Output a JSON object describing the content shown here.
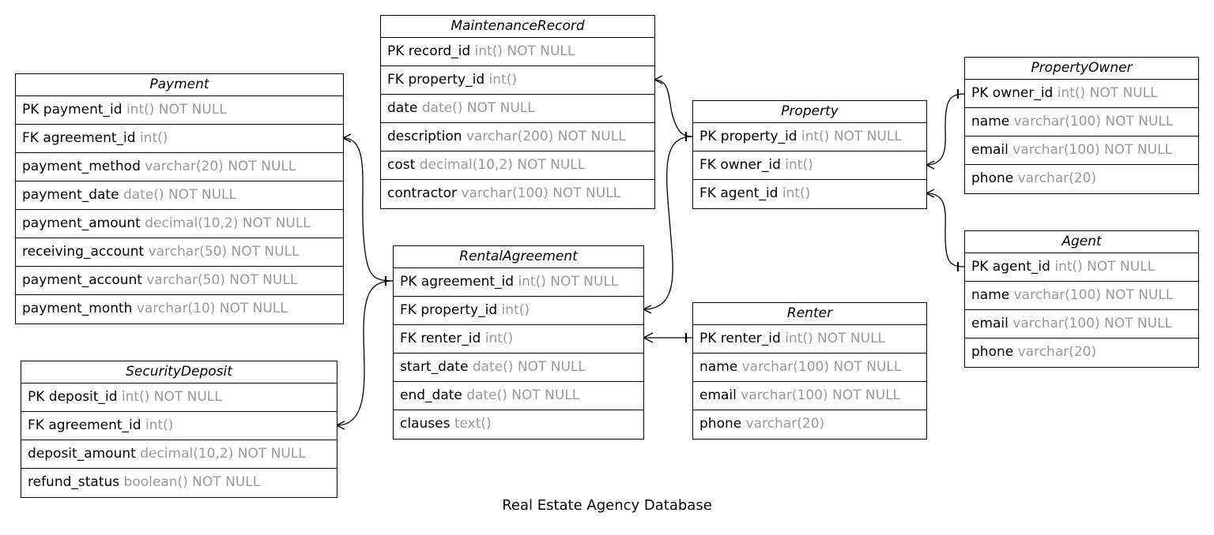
{
  "title": "Real Estate Agency Database",
  "entities": {
    "payment": {
      "name": "Payment",
      "fields": [
        {
          "name": "PK payment_id",
          "type": "int() NOT NULL"
        },
        {
          "name": "FK agreement_id",
          "type": "int()"
        },
        {
          "name": "payment_method",
          "type": "varchar(20) NOT NULL"
        },
        {
          "name": "payment_date",
          "type": "date() NOT NULL"
        },
        {
          "name": "payment_amount",
          "type": "decimal(10,2) NOT NULL"
        },
        {
          "name": "receiving_account",
          "type": "varchar(50) NOT NULL"
        },
        {
          "name": "payment_account",
          "type": "varchar(50) NOT NULL"
        },
        {
          "name": "payment_month",
          "type": "varchar(10) NOT NULL"
        }
      ]
    },
    "security_deposit": {
      "name": "SecurityDeposit",
      "fields": [
        {
          "name": "PK deposit_id",
          "type": "int() NOT NULL"
        },
        {
          "name": "FK agreement_id",
          "type": "int()"
        },
        {
          "name": "deposit_amount",
          "type": "decimal(10,2) NOT NULL"
        },
        {
          "name": "refund_status",
          "type": "boolean() NOT NULL"
        }
      ]
    },
    "maintenance_record": {
      "name": "MaintenanceRecord",
      "fields": [
        {
          "name": "PK record_id",
          "type": "int() NOT NULL"
        },
        {
          "name": "FK property_id",
          "type": "int()"
        },
        {
          "name": "date",
          "type": "date() NOT NULL"
        },
        {
          "name": "description",
          "type": "varchar(200) NOT NULL"
        },
        {
          "name": "cost",
          "type": "decimal(10,2) NOT NULL"
        },
        {
          "name": "contractor",
          "type": "varchar(100) NOT NULL"
        }
      ]
    },
    "rental_agreement": {
      "name": "RentalAgreement",
      "fields": [
        {
          "name": "PK agreement_id",
          "type": "int() NOT NULL"
        },
        {
          "name": "FK property_id",
          "type": "int()"
        },
        {
          "name": "FK renter_id",
          "type": "int()"
        },
        {
          "name": "start_date",
          "type": "date() NOT NULL"
        },
        {
          "name": "end_date",
          "type": "date() NOT NULL"
        },
        {
          "name": "clauses",
          "type": "text()"
        }
      ]
    },
    "property": {
      "name": "Property",
      "fields": [
        {
          "name": "PK property_id",
          "type": "int() NOT NULL"
        },
        {
          "name": "FK owner_id",
          "type": "int()"
        },
        {
          "name": "FK agent_id",
          "type": "int()"
        }
      ]
    },
    "renter": {
      "name": "Renter",
      "fields": [
        {
          "name": "PK renter_id",
          "type": "int() NOT NULL"
        },
        {
          "name": "name",
          "type": "varchar(100) NOT NULL"
        },
        {
          "name": "email",
          "type": "varchar(100) NOT NULL"
        },
        {
          "name": "phone",
          "type": "varchar(20)"
        }
      ]
    },
    "property_owner": {
      "name": "PropertyOwner",
      "fields": [
        {
          "name": "PK owner_id",
          "type": "int() NOT NULL"
        },
        {
          "name": "name",
          "type": "varchar(100) NOT NULL"
        },
        {
          "name": "email",
          "type": "varchar(100) NOT NULL"
        },
        {
          "name": "phone",
          "type": "varchar(20)"
        }
      ]
    },
    "agent": {
      "name": "Agent",
      "fields": [
        {
          "name": "PK agent_id",
          "type": "int() NOT NULL"
        },
        {
          "name": "name",
          "type": "varchar(100) NOT NULL"
        },
        {
          "name": "email",
          "type": "varchar(100) NOT NULL"
        },
        {
          "name": "phone",
          "type": "varchar(20)"
        }
      ]
    }
  },
  "relationships": [
    {
      "from": "payment.agreement_id",
      "to": "rental_agreement.agreement_id",
      "cardinality": "many-to-one"
    },
    {
      "from": "security_deposit.agreement_id",
      "to": "rental_agreement.agreement_id",
      "cardinality": "many-to-one"
    },
    {
      "from": "maintenance_record.property_id",
      "to": "property.property_id",
      "cardinality": "many-to-one"
    },
    {
      "from": "rental_agreement.property_id",
      "to": "property.property_id",
      "cardinality": "many-to-one"
    },
    {
      "from": "rental_agreement.renter_id",
      "to": "renter.renter_id",
      "cardinality": "many-to-one"
    },
    {
      "from": "property.owner_id",
      "to": "property_owner.owner_id",
      "cardinality": "many-to-one"
    },
    {
      "from": "property.agent_id",
      "to": "agent.agent_id",
      "cardinality": "many-to-one"
    }
  ]
}
